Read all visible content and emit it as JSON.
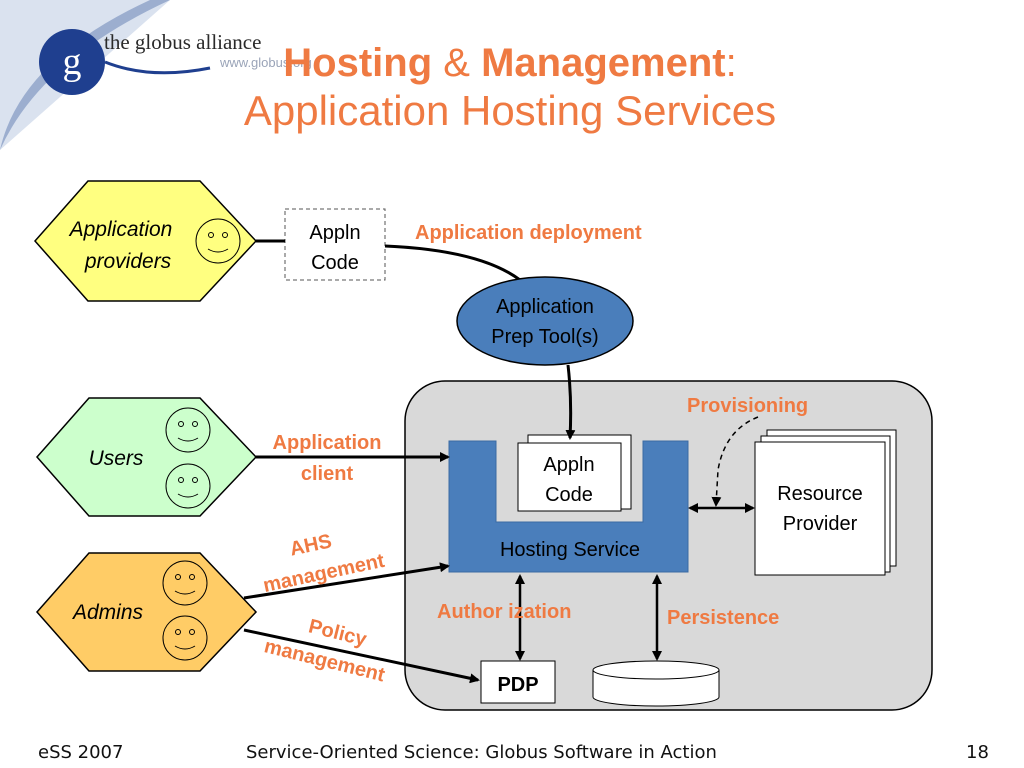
{
  "logo": {
    "name": "the globus alliance",
    "url": "www.globus.org",
    "letter": "g"
  },
  "title": {
    "hosting": "Hosting",
    "amp": "&",
    "management": "Management",
    "colon": ":",
    "subtitle": "Application Hosting Services"
  },
  "actors": {
    "app_providers_1": "Application",
    "app_providers_2": "providers",
    "users": "Users",
    "admins": "Admins"
  },
  "boxes": {
    "appln_code_top_1": "Appln",
    "appln_code_top_2": "Code",
    "prep_tool_1": "Application",
    "prep_tool_2": "Prep Tool(s)",
    "appln_code_inner_1": "Appln",
    "appln_code_inner_2": "Code",
    "hosting_service": "Hosting Service",
    "resource_provider_1": "Resource",
    "resource_provider_2": "Provider",
    "pdp": "PDP"
  },
  "labels": {
    "application_deployment": "Application deployment",
    "provisioning": "Provisioning",
    "application_client_1": "Application",
    "application_client_2": "client",
    "ahs_management_1": "AHS",
    "ahs_management_2": "management",
    "policy_management_1": "Policy",
    "policy_management_2": "management",
    "authorization": "Author ization",
    "persistence": "Persistence"
  },
  "footer": {
    "left": "eSS 2007",
    "center": "Service-Oriented Science: Globus Software in Action",
    "page": "18"
  },
  "colors": {
    "accent_orange": "#ef7a42",
    "provider_yellow": "#ffff80",
    "users_green": "#ccffcc",
    "admins_orange": "#ffcc66",
    "hosting_blue": "#4a7ebb",
    "container_gray": "#d9d9d9"
  }
}
